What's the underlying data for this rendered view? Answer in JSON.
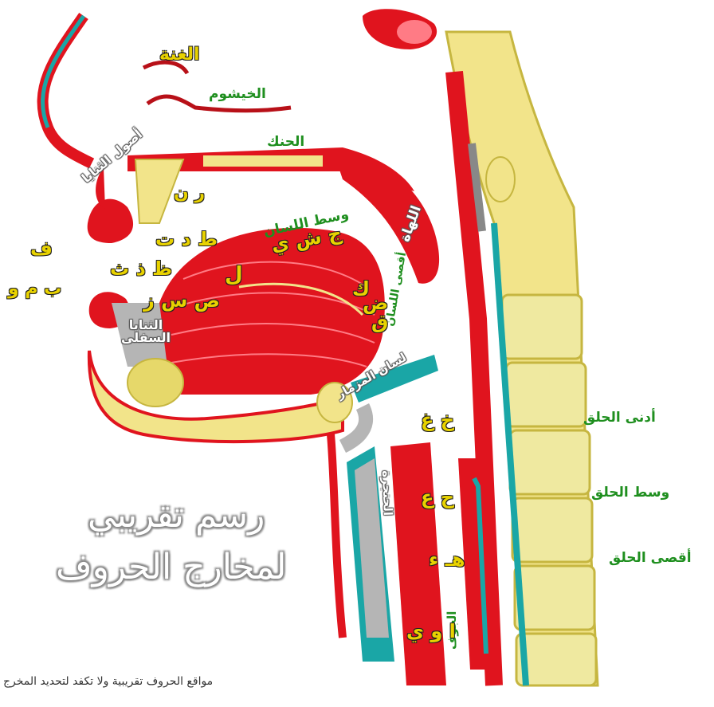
{
  "labels": {
    "ghunna": "الغنة",
    "khayshum": "الخيشوم",
    "hanak": "الحنك",
    "usul_thanaya": "أصول الثنايا",
    "wasat_lisan": "وسط اللسان",
    "lahat": "اللهاة",
    "aqsa_lisan": "أقصى اللسان",
    "lisan_mizmar": "لسان المزمار",
    "thanaya_sufla": "الثنايا السفلى",
    "hanjara": "الحنجرة",
    "adna_halq": "أدنى الحلق",
    "wasat_halq": "وسط الحلق",
    "aqsa_halq": "أقصى الحلق",
    "jawf": "الجوف"
  },
  "letters": {
    "ra_nun": "ر ن",
    "ta_dal_ta": "ط د ت",
    "zha_dhal_tha": "ظ ذ ث",
    "sad_sin_zay": "ص س ز",
    "fa": "ف",
    "ba_mim_waw": "ب م و",
    "jim_shin_ya": "ج ش ي",
    "lam": "ل",
    "dad": "ض",
    "kaf": "ك",
    "qaf": "ق",
    "kha_ghayn": "خ غ",
    "ha_ayn": "ح ع",
    "ha_hamza": "هـ ء",
    "alif_waw_ya": "ا و ي"
  },
  "title": {
    "line1": "رسم تقريبي",
    "line2": "لمخارج الحروف"
  },
  "footnote": "مواقع الحروف تقريبية ولا تكفد لتحديد المخرج",
  "colors": {
    "red": "#e0141e",
    "yellow": "#f2e48a",
    "teal": "#1aa6a6",
    "gray": "#b5b5b5",
    "green_label": "#1f8f1f",
    "yellow_letters": "#e8d200"
  }
}
